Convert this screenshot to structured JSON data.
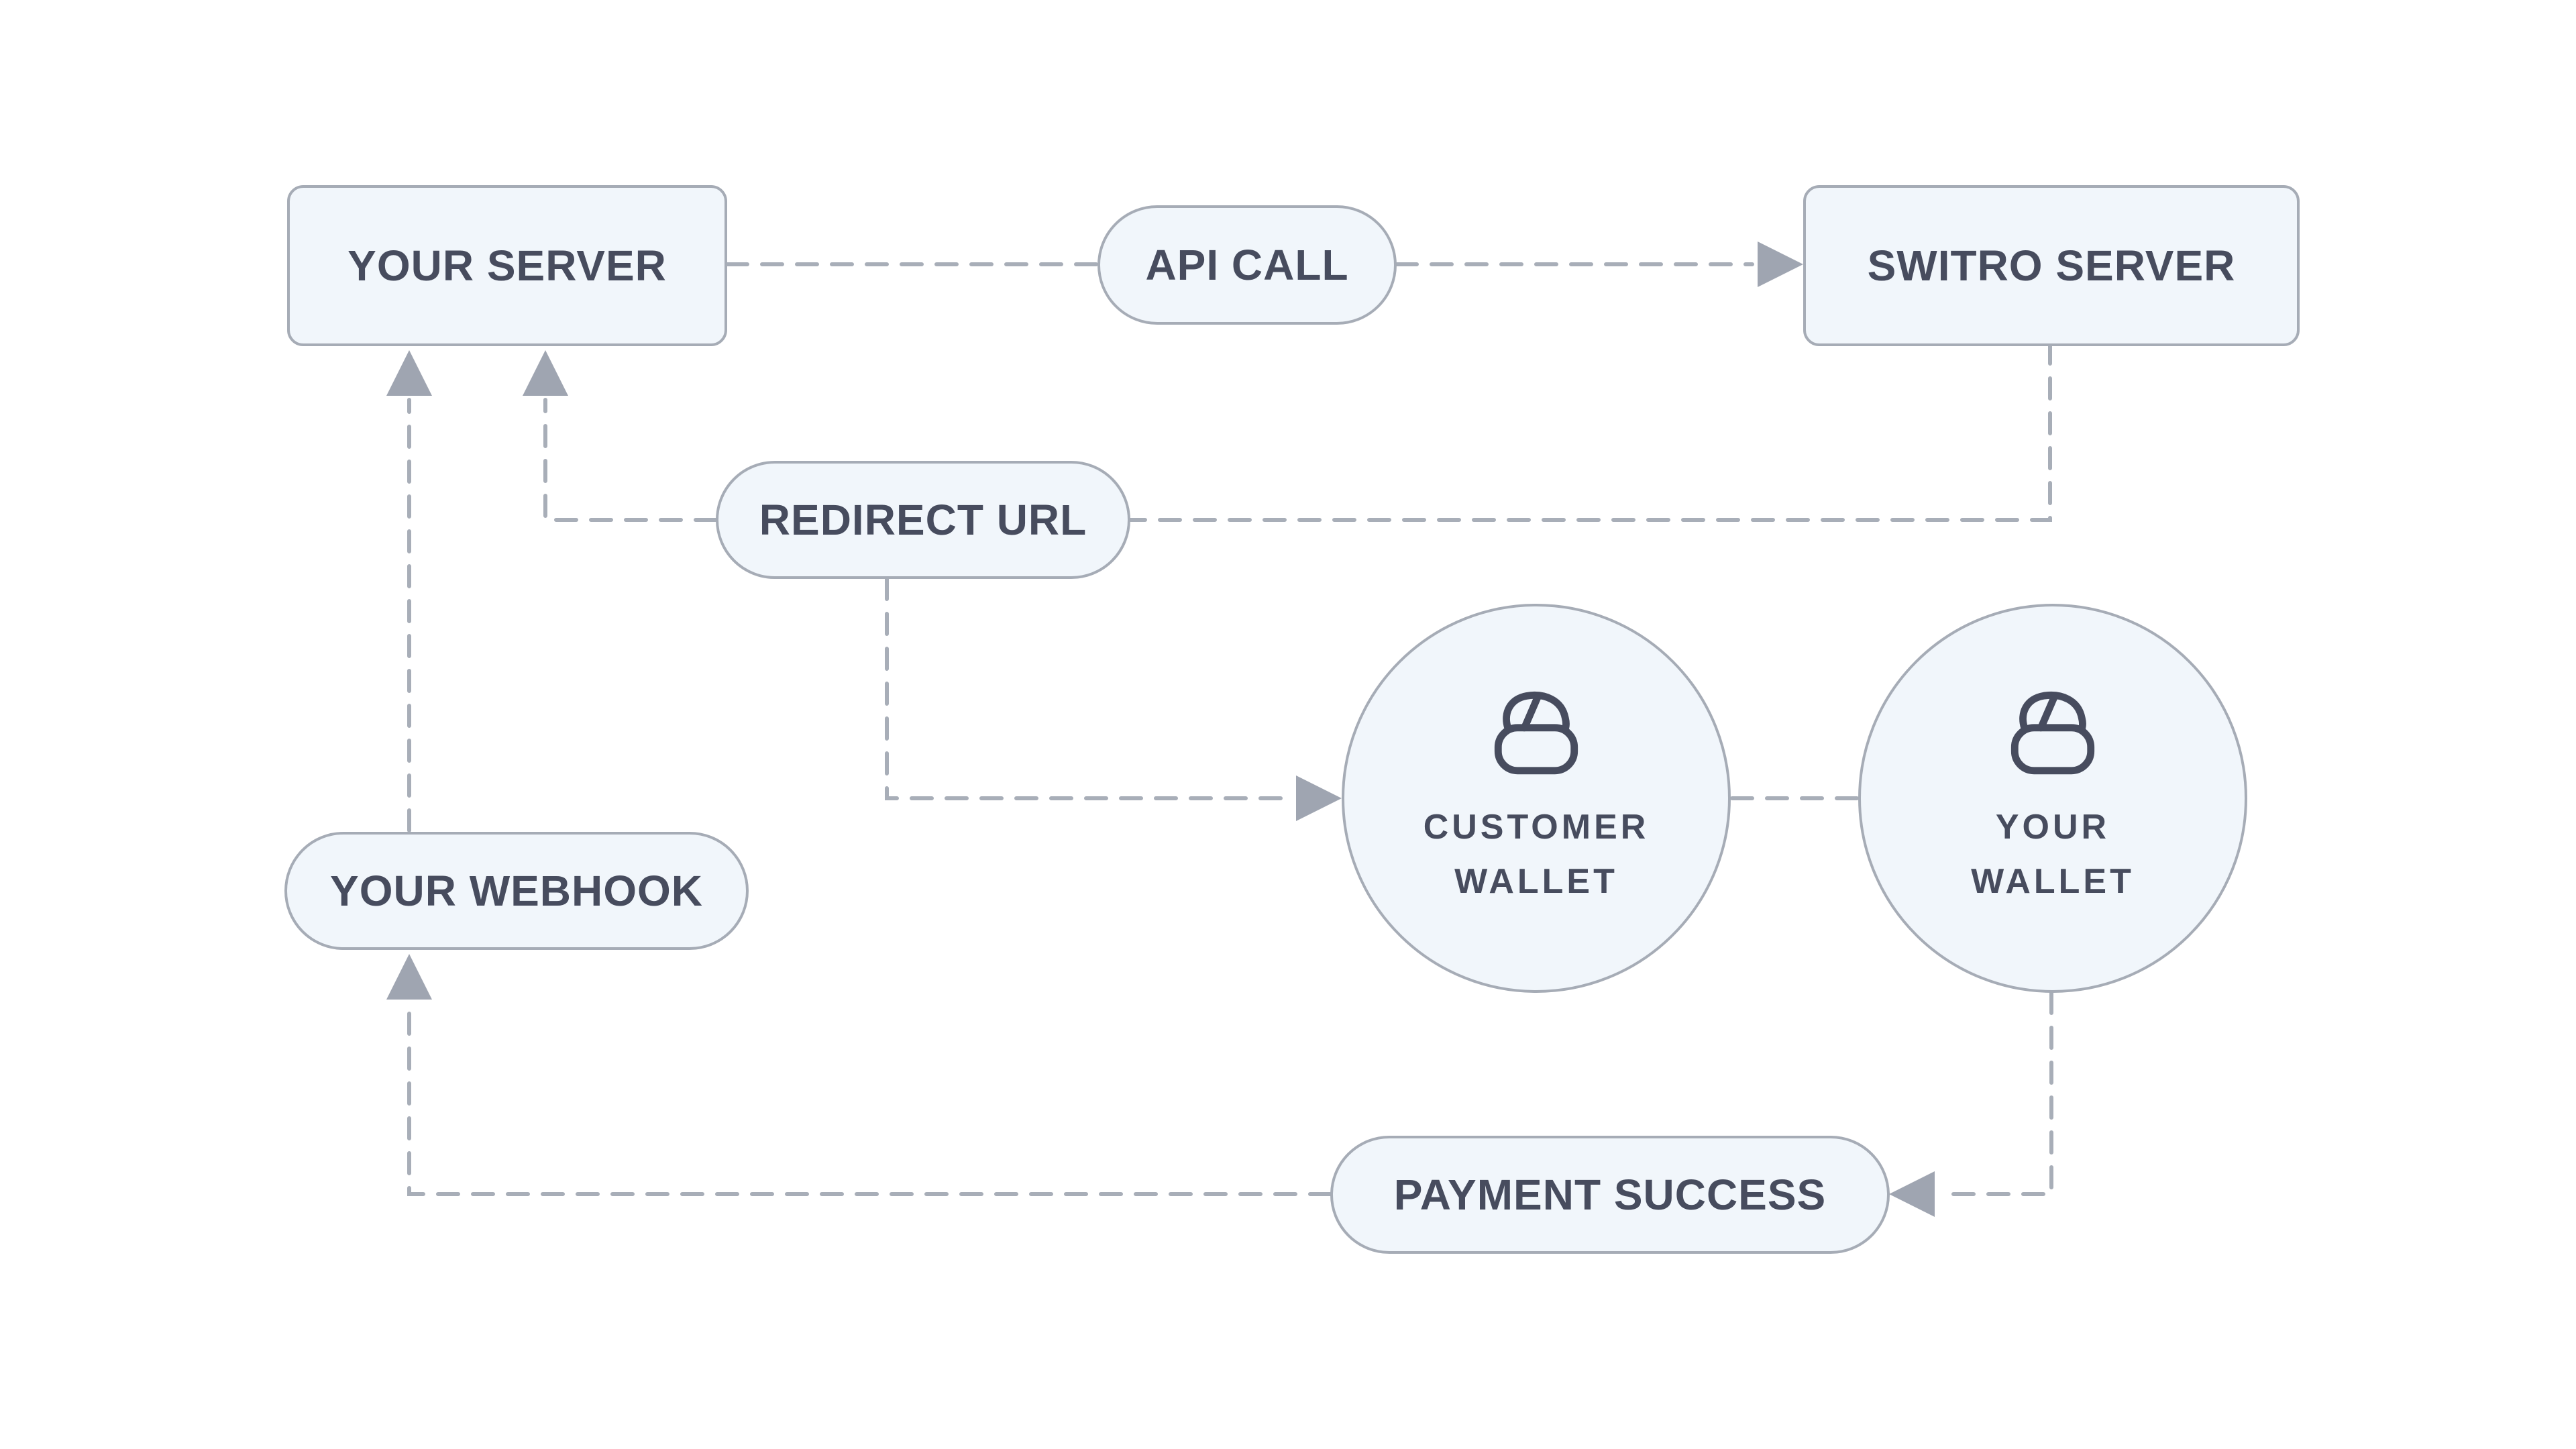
{
  "diagram": {
    "description": "Payment flow diagram",
    "nodes": {
      "your_server": {
        "label": "YOUR SERVER",
        "shape": "box"
      },
      "api_call": {
        "label": "API CALL",
        "shape": "pill"
      },
      "switro_server": {
        "label": "SWITRO SERVER",
        "shape": "box"
      },
      "redirect_url": {
        "label": "REDIRECT URL",
        "shape": "pill"
      },
      "customer_wallet": {
        "label_line1": "CUSTOMER",
        "label_line2": "WALLET",
        "shape": "circle",
        "icon": "wallet-icon"
      },
      "your_wallet": {
        "label_line1": "YOUR",
        "label_line2": "WALLET",
        "shape": "circle",
        "icon": "wallet-icon"
      },
      "your_webhook": {
        "label": "YOUR WEBHOOK",
        "shape": "pill"
      },
      "payment_success": {
        "label": "PAYMENT SUCCESS",
        "shape": "pill"
      }
    },
    "connections": [
      {
        "from": "your_server",
        "to": "api_call",
        "arrow": false
      },
      {
        "from": "api_call",
        "to": "switro_server",
        "arrow": true
      },
      {
        "from": "switro_server",
        "to": "redirect_url",
        "arrow": false
      },
      {
        "from": "redirect_url",
        "to": "your_server",
        "arrow": true
      },
      {
        "from": "redirect_url",
        "to": "customer_wallet",
        "arrow": true
      },
      {
        "from": "customer_wallet",
        "to": "your_wallet",
        "arrow": false
      },
      {
        "from": "your_wallet",
        "to": "payment_success",
        "arrow": true
      },
      {
        "from": "payment_success",
        "to": "your_webhook",
        "arrow": true
      },
      {
        "from": "your_webhook",
        "to": "your_server",
        "arrow": true
      }
    ]
  },
  "colors": {
    "bg": "#ffffff",
    "node-fill": "#f1f6fb",
    "node-border": "#a6acb6",
    "connector": "#a8aeb8",
    "arrowhead": "#9fa5b1",
    "text": "#474c5e"
  }
}
